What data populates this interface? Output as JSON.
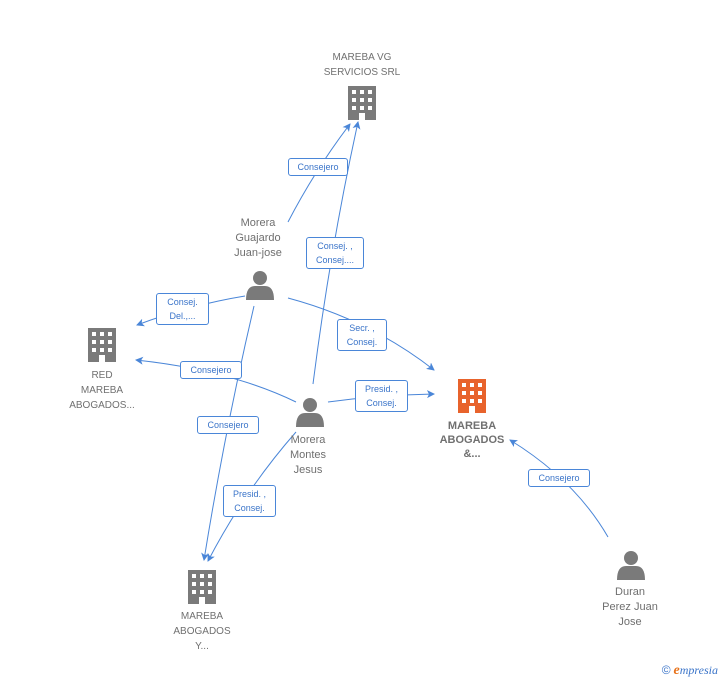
{
  "colors": {
    "edge": "#4a86d8",
    "company": "#7a7a7a",
    "company_highlight": "#e8632c",
    "person": "#7a7a7a"
  },
  "nodes": {
    "mareba_vg": {
      "label": "MAREBA VG\nSERVICIOS SRL",
      "icon": "building-icon"
    },
    "red_mareba": {
      "label": "RED\nMAREBA\nABOGADOS...",
      "icon": "building-icon"
    },
    "mareba_abogados_main": {
      "label": "MAREBA\nABOGADOS\n&...",
      "icon": "building-icon"
    },
    "mareba_abogados_y": {
      "label": "MAREBA\nABOGADOS\nY...",
      "icon": "building-icon"
    },
    "morera_guajardo": {
      "label": "Morera\nGuajardo\nJuan-jose",
      "icon": "person-icon"
    },
    "morera_montes": {
      "label": "Morera\nMontes\nJesus",
      "icon": "person-icon"
    },
    "duran_perez": {
      "label": "Duran\nPerez Juan\nJose",
      "icon": "person-icon"
    }
  },
  "edges": [
    {
      "label": "Consejero"
    },
    {
      "label": "Consej. ,\nConsej...."
    },
    {
      "label": "Consej.\nDel.,..."
    },
    {
      "label": "Secr. ,\nConsej."
    },
    {
      "label": "Consejero"
    },
    {
      "label": "Presid. ,\nConsej."
    },
    {
      "label": "Consejero"
    },
    {
      "label": "Presid. ,\nConsej."
    },
    {
      "label": "Consejero"
    }
  ],
  "footer": {
    "copyright": "©",
    "brand_initial": "e",
    "brand_rest": "mpresia"
  }
}
